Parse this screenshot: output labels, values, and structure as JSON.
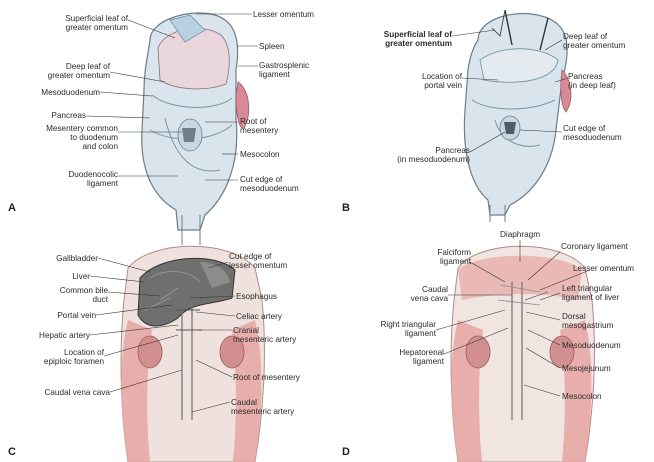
{
  "panels": {
    "A": {
      "letter": "A",
      "labels": {
        "superficial_leaf": "Superficial leaf of\ngreater omentum",
        "lesser_omentum": "Lesser omentum",
        "deep_leaf": "Deep leaf of\ngreater omentum",
        "spleen": "Spleen",
        "mesoduodenum": "Mesoduodenum",
        "gastrosplenic": "Gastrosplenic\nligament",
        "pancreas": "Pancreas",
        "root_mesentery": "Root of\nmesentery",
        "mesentery_duodenum": "Mesentery common\nto duodenum\nand colon",
        "mesocolon": "Mesocolon",
        "duodenocolic": "Duodenocolic\nligament",
        "cut_edge_mesoduodenum": "Cut edge of\nmesoduodenum"
      }
    },
    "B": {
      "letter": "B",
      "labels": {
        "superficial_leaf": "Superficial leaf of\ngreater omentum",
        "deep_leaf": "Deep leaf of\ngreater omentum",
        "portal_vein": "Location of\nportal vein",
        "pancreas_deep": "Pancreas\n(in deep leaf)",
        "cut_edge_mesoduodenum": "Cut edge of\nmesoduodenum",
        "pancreas_meso": "Pancreas\n(in mesoduodenum)"
      }
    },
    "C": {
      "letter": "C",
      "labels": {
        "gallbladder": "Gallbladder",
        "cut_edge_lesser": "Cut edge of\nlesser omentum",
        "liver": "Liver",
        "common_bile": "Common bile\nduct",
        "esophagus": "Esophagus",
        "portal_vein": "Portal vein",
        "celiac": "Celiac artery",
        "hepatic": "Hepatic artery",
        "cranial_mesenteric": "Cranial\nmesenteric artery",
        "epiploic": "Location of\nepiploic foramen",
        "root_mesentery": "Root of mesentery",
        "caudal_vena": "Caudal vena cava",
        "caudal_mesenteric": "Caudal\nmesenteric artery"
      }
    },
    "D": {
      "letter": "D",
      "labels": {
        "diaphragm": "Diaphragm",
        "falciform": "Falciform\nligament",
        "coronary": "Coronary ligament",
        "lesser_omentum": "Lesser omentum",
        "caudal_vena": "Caudal\nvena cava",
        "left_triangular": "Left triangular\nligament of liver",
        "right_triangular": "Right triangular\nligament",
        "dorsal_meso": "Dorsal\nmesogastrium",
        "mesoduodenum": "Mesoduodenum",
        "hepatorenal": "Hepatorenal\nligament",
        "mesojejunum": "Mesojejunum",
        "mesocolon": "Mesocolon"
      }
    }
  }
}
